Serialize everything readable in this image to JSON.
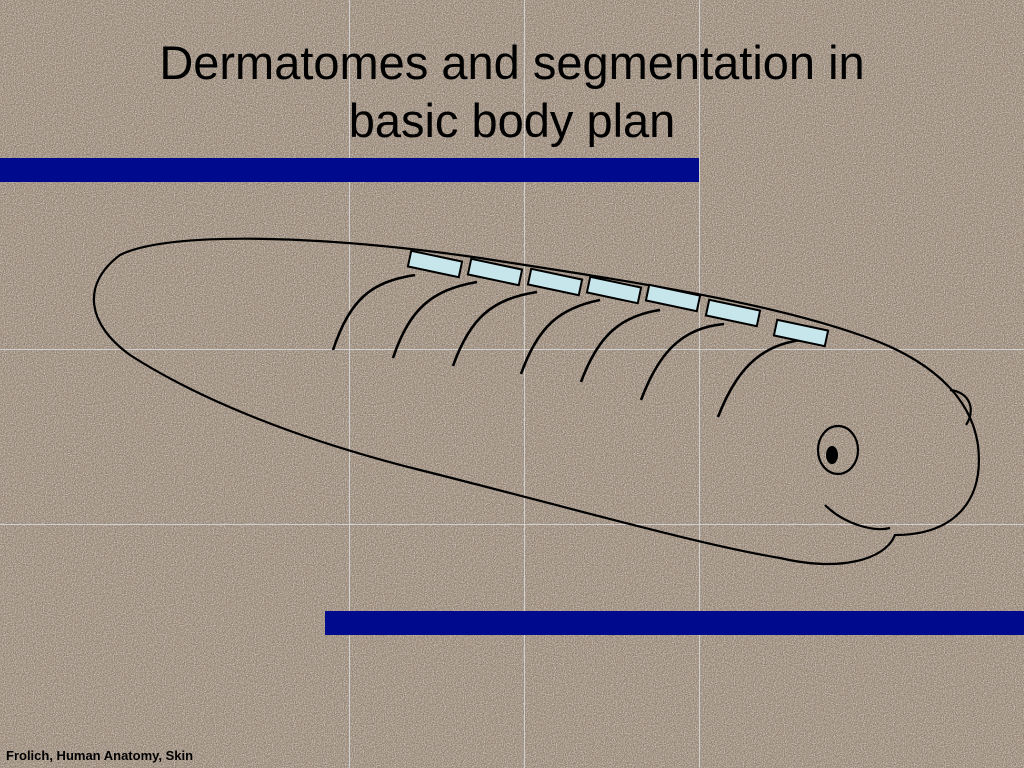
{
  "slide": {
    "title_line1": "Dermatomes and segmentation in",
    "title_line2": "basic body plan",
    "footer": "Frolich, Human Anatomy, Skin"
  },
  "colors": {
    "background": "#a59585",
    "accent_bar": "#000a8c",
    "dermatome_fill": "#c6e6ec",
    "outline": "#000000"
  },
  "diagram": {
    "segment_count": 7
  }
}
